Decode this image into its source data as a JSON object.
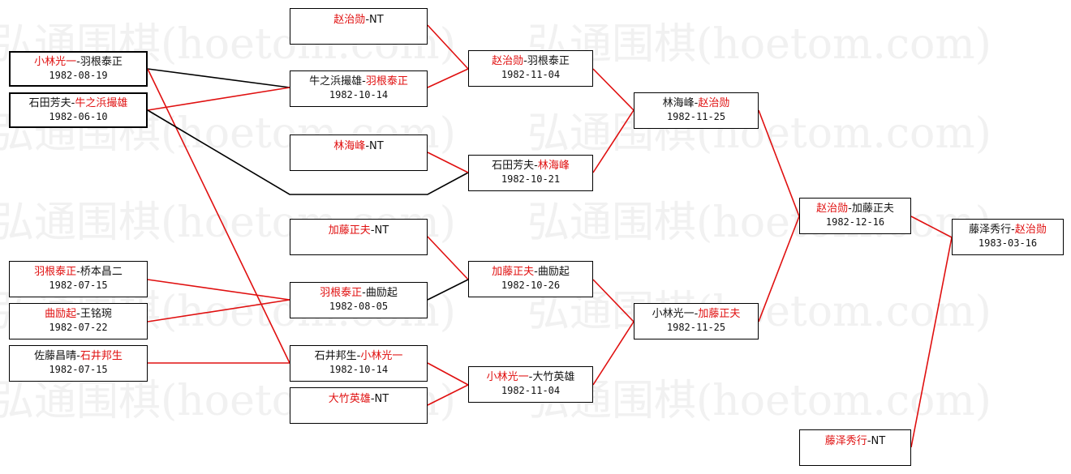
{
  "watermark": "弘通围棋(hoetom.com)",
  "colors": {
    "winner": "#e01010",
    "text": "#111111",
    "line_win": "#e01010",
    "line_lose": "#000000"
  },
  "matches": {
    "m1": {
      "p1": "小林光一",
      "sep": "-",
      "p2": "羽根泰正",
      "winner": 1,
      "date": "1982-08-19"
    },
    "m2": {
      "p1": "石田芳夫",
      "sep": "-",
      "p2": "牛之浜撮雄",
      "winner": 2,
      "date": "1982-06-10"
    },
    "m3": {
      "p1": "羽根泰正",
      "sep": "-",
      "p2": "桥本昌二",
      "winner": 1,
      "date": "1982-07-15"
    },
    "m4": {
      "p1": "曲励起",
      "sep": "-",
      "p2": "王铭琬",
      "winner": 1,
      "date": "1982-07-22"
    },
    "m5": {
      "p1": "佐藤昌晴",
      "sep": "-",
      "p2": "石井邦生",
      "winner": 2,
      "date": "1982-07-15"
    },
    "b1": {
      "p1": "赵治勋",
      "sep": "-",
      "p2": "NT",
      "winner": 1,
      "date": ""
    },
    "b2": {
      "p1": "牛之浜撮雄",
      "sep": "-",
      "p2": "羽根泰正",
      "winner": 2,
      "date": "1982-10-14"
    },
    "b3": {
      "p1": "林海峰",
      "sep": "-",
      "p2": "NT",
      "winner": 1,
      "date": ""
    },
    "b4": {
      "p1": "加藤正夫",
      "sep": "-",
      "p2": "NT",
      "winner": 1,
      "date": ""
    },
    "b5": {
      "p1": "羽根泰正",
      "sep": "-",
      "p2": "曲励起",
      "winner": 1,
      "date": "1982-08-05"
    },
    "b6": {
      "p1": "石井邦生",
      "sep": "-",
      "p2": "小林光一",
      "winner": 2,
      "date": "1982-10-14"
    },
    "b7": {
      "p1": "大竹英雄",
      "sep": "-",
      "p2": "NT",
      "winner": 1,
      "date": ""
    },
    "c1": {
      "p1": "赵治勋",
      "sep": "-",
      "p2": "羽根泰正",
      "winner": 1,
      "date": "1982-11-04"
    },
    "c2": {
      "p1": "石田芳夫",
      "sep": "-",
      "p2": "林海峰",
      "winner": 2,
      "date": "1982-10-21"
    },
    "c3": {
      "p1": "加藤正夫",
      "sep": "-",
      "p2": "曲励起",
      "winner": 1,
      "date": "1982-10-26"
    },
    "c4": {
      "p1": "小林光一",
      "sep": "-",
      "p2": "大竹英雄",
      "winner": 1,
      "date": "1982-11-04"
    },
    "d1": {
      "p1": "林海峰",
      "sep": "-",
      "p2": "赵治勋",
      "winner": 2,
      "date": "1982-11-25"
    },
    "d2": {
      "p1": "小林光一",
      "sep": "-",
      "p2": "加藤正夫",
      "winner": 2,
      "date": "1982-11-25"
    },
    "e1": {
      "p1": "赵治勋",
      "sep": "-",
      "p2": "加藤正夫",
      "winner": 1,
      "date": "1982-12-16"
    },
    "f0": {
      "p1": "藤泽秀行",
      "sep": "-",
      "p2": "NT",
      "winner": 1,
      "date": ""
    },
    "f1": {
      "p1": "藤泽秀行",
      "sep": "-",
      "p2": "赵治勋",
      "winner": 2,
      "date": "1983-03-16"
    }
  }
}
